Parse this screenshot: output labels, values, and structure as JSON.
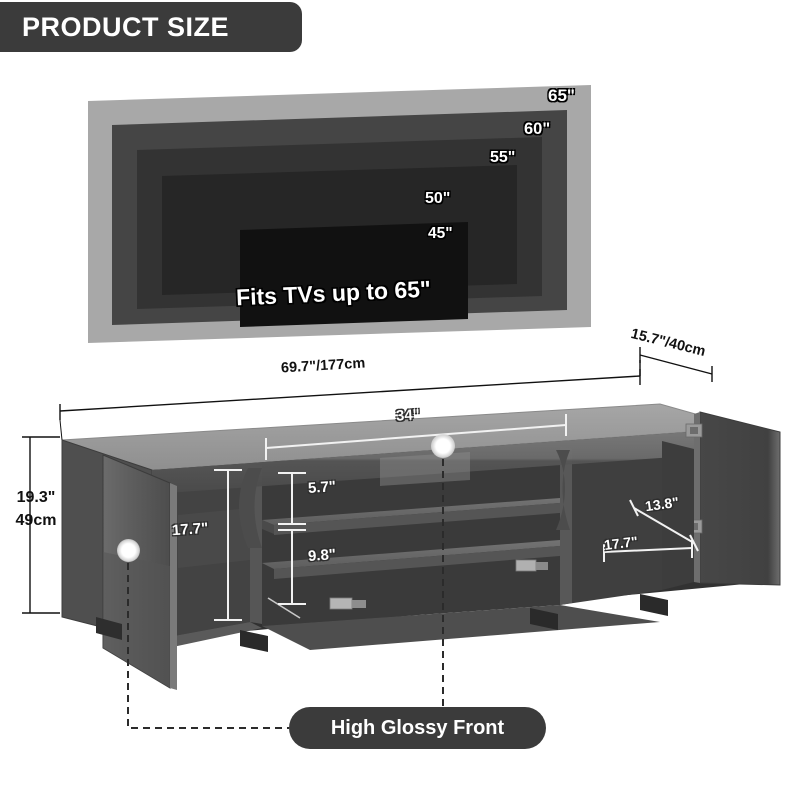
{
  "header": {
    "title": "PRODUCT SIZE"
  },
  "tv_panel": {
    "fits_text": "Fits TVs up to 65\"",
    "sizes": [
      {
        "label": "65\"",
        "color": "#a8a8a8"
      },
      {
        "label": "60\"",
        "color": "#454545"
      },
      {
        "label": "55\"",
        "color": "#333333"
      },
      {
        "label": "50\"",
        "color": "#262626"
      },
      {
        "label": "45\"",
        "color": "#111111"
      }
    ]
  },
  "outer_dimensions": {
    "width": "69.7\"/177cm",
    "depth": "15.7\"/40cm",
    "height_in": "19.3\"",
    "height_cm": "49cm"
  },
  "interior_dimensions": {
    "top_shelf_width": "34\"",
    "upper_compartment_height": "5.7\"",
    "lower_compartment_height": "9.8\"",
    "left_cabinet_height": "17.7\"",
    "right_shelf_depth": "13.8\"",
    "right_cabinet_width": "17.7\""
  },
  "callout": {
    "label": "High Glossy Front"
  },
  "colors": {
    "banner": "#3b3b3b",
    "pill": "#3b3b3b",
    "label_text": "#ffffff",
    "dim_line": "#111111",
    "interior_dim_line": "#f2f2f2",
    "body_top": "#9a9a9a",
    "body_front": "#4a4a4a",
    "body_interior": "#3a3a3a"
  }
}
